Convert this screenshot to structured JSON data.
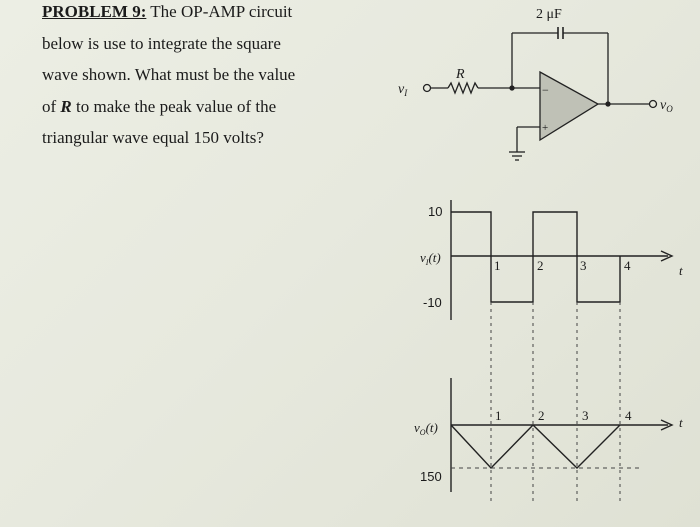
{
  "problem": {
    "heading": "PROBLEM 9:",
    "line1_rest": " The OP-AMP circuit",
    "line2": "below is use to integrate the square",
    "line3": "wave shown. What must be the value",
    "line4_pre": "of ",
    "line4_var": "R",
    "line4_post": " to make the peak value of the",
    "line5": "triangular wave equal 150 volts?"
  },
  "circuit": {
    "capacitor_label": "2 μF",
    "resistor_label": "R",
    "input_label": "v",
    "input_sub": "I",
    "output_label": "v",
    "output_sub": "O",
    "minus_label": "−",
    "plus_label": "+"
  },
  "graph_input": {
    "y_top": "10",
    "y_bottom": "-10",
    "y_label": "v",
    "y_label_sub": "I",
    "y_label_arg": "(t)",
    "t_label": "t",
    "ticks": [
      "1",
      "2",
      "3",
      "4"
    ]
  },
  "graph_output": {
    "y_label": "v",
    "y_label_sub": "O",
    "y_label_arg": "(t)",
    "y_bottom": "150",
    "t_label": "t",
    "ticks": [
      "1",
      "2",
      "3",
      "4"
    ]
  }
}
